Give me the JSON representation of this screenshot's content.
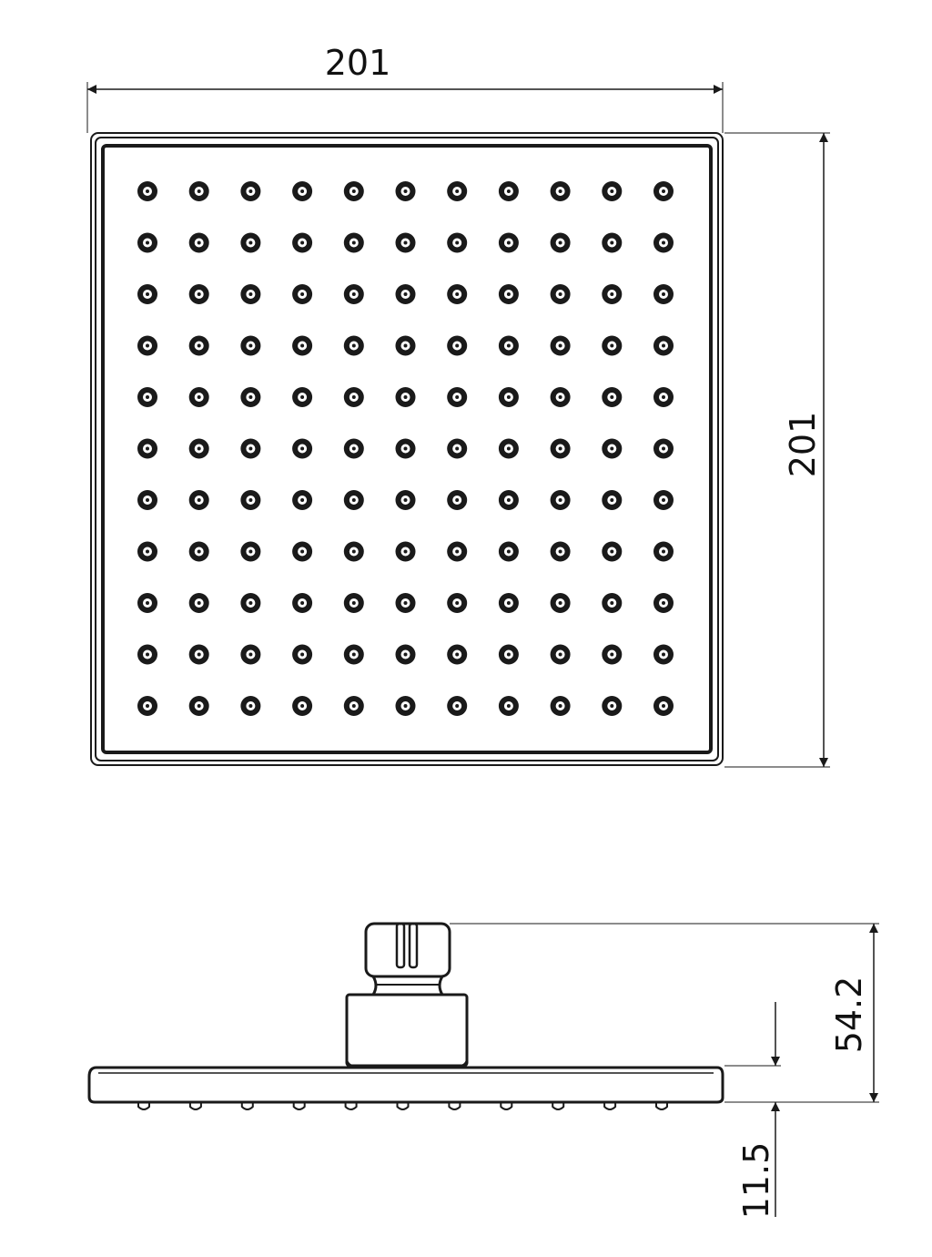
{
  "top_view": {
    "dimensions": {
      "width": "201",
      "height": "201"
    },
    "nozzle_grid": {
      "rows": 11,
      "columns": 11
    }
  },
  "side_view": {
    "dimensions": {
      "total_height": "54.2",
      "plate_thickness": "11.5"
    },
    "bottom_nozzle_count": 11
  },
  "colors": {
    "line": "#1a1a1a",
    "background": "#ffffff"
  }
}
